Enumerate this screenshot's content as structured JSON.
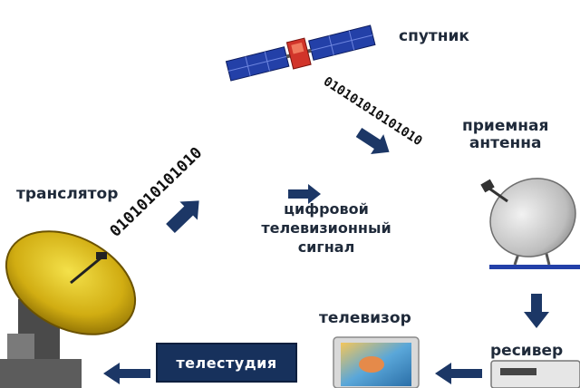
{
  "labels": {
    "satellite": "спутник",
    "receive_antenna_line1": "приемная",
    "receive_antenna_line2": "антенна",
    "translator": "транслятор",
    "signal_line1": "цифровой",
    "signal_line2": "телевизионный",
    "signal_line3": "сигнал",
    "tv": "телевизор",
    "receiver": "ресивер",
    "studio": "телестудия"
  },
  "bitstreams": {
    "uplink": "0101010101010",
    "downlink": "010101010101010"
  },
  "colors": {
    "arrow": "#1c3766",
    "studio_box": "#17315c",
    "dish_gold": "#c9a600",
    "solar_panel": "#2340a8"
  }
}
